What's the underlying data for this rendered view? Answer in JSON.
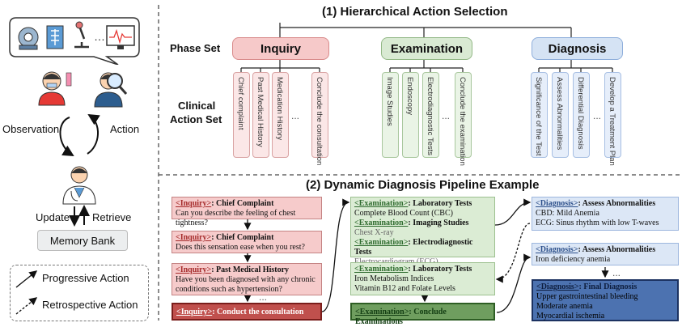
{
  "title1": "(1) Hierarchical Action Selection",
  "title2": "(2) Dynamic Diagnosis Pipeline Example",
  "phase_set_label": "Phase Set",
  "clinical_label_1": "Clinical",
  "clinical_label_2": "Action Set",
  "phases": [
    {
      "name": "Inquiry",
      "actions": [
        "Chief complaint",
        "Past Medical History",
        "Medication History",
        "Conclude the consultation"
      ]
    },
    {
      "name": "Examination",
      "actions": [
        "Image Studies",
        "Endoscopy",
        "Electrodiagnostic Tests",
        "Conclude the examination"
      ]
    },
    {
      "name": "Diagnosis",
      "actions": [
        "Significance of the Test",
        "Assess Abnormalities",
        "Differential Diagnosis",
        "Develop a Treatment Plan"
      ]
    }
  ],
  "ellipsis": "...",
  "left": {
    "observation": "Observation",
    "action": "Action",
    "update": "Update",
    "retrieve": "Retrieve",
    "memory_bank": "Memory Bank",
    "progressive": "Progressive Action",
    "retrospective": "Retrospective Action"
  },
  "pipeline": {
    "inq1_tag": "<Inquiry>",
    "inq1_head": ": Chief Complaint",
    "inq1_text": "Can you describe the feeling of chest tightness?",
    "inq2_tag": "<Inquiry>",
    "inq2_head": ": Chief Complaint",
    "inq2_text": "Does this sensation ease when you rest?",
    "inq3_tag": "<Inquiry>",
    "inq3_head": ": Past Medical History",
    "inq3_text1": "Have you been diagnosed with any chronic",
    "inq3_text2": "conditions such as hypertension?",
    "inq4_tag": "<Inquiry>",
    "inq4_head": ": Conduct the consultation",
    "exa1_tag": "<Examination>",
    "exa1_head": ": Laboratory Tests",
    "exa1_text": "Complete Blood Count (CBC)",
    "exa1b_tag": "<Examination>",
    "exa1b_head": ": Imaging Studies",
    "exa1b_text": "Chest X-ray",
    "exa1c_tag": "<Examination>",
    "exa1c_head": ": Electrodiagnostic Tests",
    "exa1c_text": "Electrocardiogram (ECG)",
    "exa2_tag": "<Examination>",
    "exa2_head": ": Laboratory Tests",
    "exa2_text1": "Iron Metabolism Indices",
    "exa2_text2": "Vitamin B12 and Folate Levels",
    "exa3_tag": "<Examination>",
    "exa3_head": ": Conclude Examinations",
    "dia1_tag": "<Diagnosis>",
    "dia1_head": ": Assess Abnormalities",
    "dia1_text1": "CBD: Mild Anemia",
    "dia1_text2": "ECG: Sinus rhythm with low T-waves",
    "dia2_tag": "<Diagnosis>",
    "dia2_head": ": Assess Abnormalities",
    "dia2_text": "Iron deficiency anemia",
    "dia3_tag": "<Diagnosis>",
    "dia3_head": ": Final Diagnosis",
    "dia3_text1": "Upper gastrointestinal bleeding",
    "dia3_text2": "Moderate anemia",
    "dia3_text3": "Myocardial ischemia"
  }
}
